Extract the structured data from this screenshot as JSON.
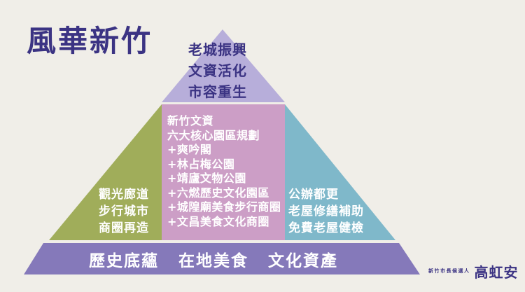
{
  "title": "風華新竹",
  "colors": {
    "background": "#f0eee8",
    "title_text": "#3b3383",
    "top_triangle": "#b7aeda",
    "middle_block": "#cc9ec6",
    "left_triangle": "#a0ad5a",
    "right_triangle": "#7fb8ca",
    "base_bar": "#8579ba",
    "light_text": "#ffffff"
  },
  "pyramid": {
    "top": {
      "lines": [
        "老城振興",
        "文資活化",
        "市容重生"
      ]
    },
    "middle": {
      "lines": [
        "新竹文資",
        "六大核心園區規劃",
        "+爽吟閣",
        "+林占梅公園",
        "+靖廬文物公園",
        "+六燃歷史文化園區",
        "+城隍廟美食步行商圈",
        "+文昌美食文化商圈"
      ]
    },
    "left": {
      "lines": [
        "觀光廊道",
        "步行城市",
        "商圈再造"
      ]
    },
    "right": {
      "lines": [
        "公辦都更",
        "老屋修繕補助",
        "免費老屋健檢"
      ]
    },
    "base": {
      "items": [
        "歷史底蘊",
        "在地美食",
        "文化資產"
      ]
    }
  },
  "footer": {
    "role": "新竹市長候選人",
    "name": "高虹安"
  }
}
